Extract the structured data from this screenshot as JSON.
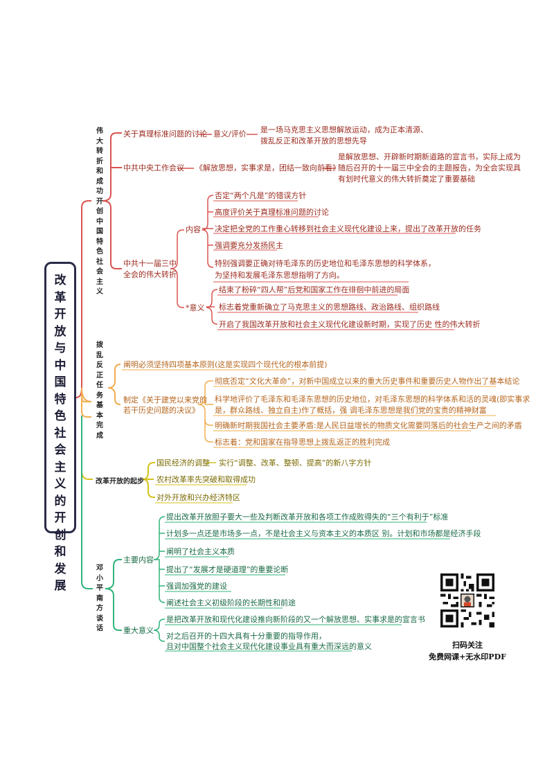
{
  "root": {
    "title": "改革开放与中国特色社会主义的开创和发展"
  },
  "b1": {
    "title": "伟大转折和成功开创中国特色社会主义",
    "n1": {
      "label": "关于真理标准问题的讨论",
      "mid": "意义/评价",
      "desc1": "是一场马克思主义思想解放运动，成为正本清源、",
      "desc2": "拨乱反正和改革开放的思想先导"
    },
    "n2": {
      "label": "中共中央工作会议",
      "mid": "《解放思想，实事求是，团结一致向前看》",
      "desc1": "是解放思想、开辟新时期新道路的宣言书，实际上成为",
      "desc2": "随后召开的十一届三中全会的主题报告，为全会实现具",
      "desc3": "有划时代意义的伟大转折奠定了重要基础"
    },
    "n3": {
      "label1": "中共十一届三中",
      "label2": "全会的伟大转折",
      "content_label": "内容",
      "content": [
        "否定“两个凡是”的错误方针",
        "高度评价关于真理标准问题的讨论",
        "决定把全党的工作重心转移到社会主义现代化建设上来，提出了改革开放的任务",
        "强调要充分发扬民主",
        "特别强调要正确对待毛泽东的历史地位和毛泽东思想的科学体系，",
        "为坚持和发展毛泽东思想指明了方向。"
      ],
      "meaning_label": "*意义",
      "meaning": [
        "结束了粉碎“四人帮”后党和国家工作在徘徊中前进的局面",
        "标志着党重新确立了马克思主义的思想路线、政治路线、组织路线",
        "开启了我国改革开放和社会主义现代化建设新时期，实现了历史 性的伟大转折"
      ]
    }
  },
  "b2": {
    "title": "拨乱反正任务基本完成",
    "n1": "阐明必须坚持四项基本原则(这是实现四个现代化的根本前提)",
    "n2": {
      "label1": "制定《关于建党以来党的",
      "label2": "若干历史问题的决议》",
      "items": [
        "彻底否定“文化大革命”，对新中国成立以来的重大历史事件和重要历史人物作出了基本结论",
        "科学地评价了毛泽东和毛泽东思想的历史地位，对毛泽东思想的科学体系和活的灵魂(即实事求",
        "是，群众路线、独立自主)作了概括，强 调毛泽东思想是我们党的宝贵的精神财富",
        "明确新时期我国社会主要矛盾:是人民日益增长的物质文化需要同落后的社会生产之间的矛盾",
        "标志着：党和国家在指导思想上拨乱返正的胜利完成"
      ]
    }
  },
  "b3": {
    "title": "改革开放的起步",
    "items": [
      "国民经济的调整",
      "农村改革率先突破和取得成功",
      "对外开放和兴办经济特区"
    ],
    "mid": "实行“调整、改革、整顿、提高”的新八字方针"
  },
  "b4": {
    "title": "邓小平南方谈话",
    "content_label": "主要内容",
    "content": [
      "提出改革开放胆子要大一些及判断改革开放和各项工作成败得失的“三个有利于”标准",
      "计划多一点还是市场多一点，不是社会主义与资本主义的本质区 别。计划和市场都是经济手段",
      "阐明了社会主义本质",
      "提出了“发展才是硬道理”的重要论断",
      "强调加强党的建设",
      "阐述社会主义初级阶段的长期性和前途"
    ],
    "meaning_label": "重大意义",
    "meaning": [
      "是把改革开放和现代化建设推向新阶段的又一个解放思想、实事求是的宣言书",
      "对之后召开的十四大具有十分重要的指导作用，",
      "且对中国整个社会主义现代化建设事业具有重大而深远的意义"
    ]
  },
  "qr": {
    "caption1": "扫码关注",
    "caption2": "免费网课+无水印PDF"
  },
  "colors": {
    "red": "#d9534f",
    "orange": "#f0ad4e",
    "olive": "#d4c21a",
    "green": "#2fb37a",
    "root": "#2a2a4a"
  }
}
